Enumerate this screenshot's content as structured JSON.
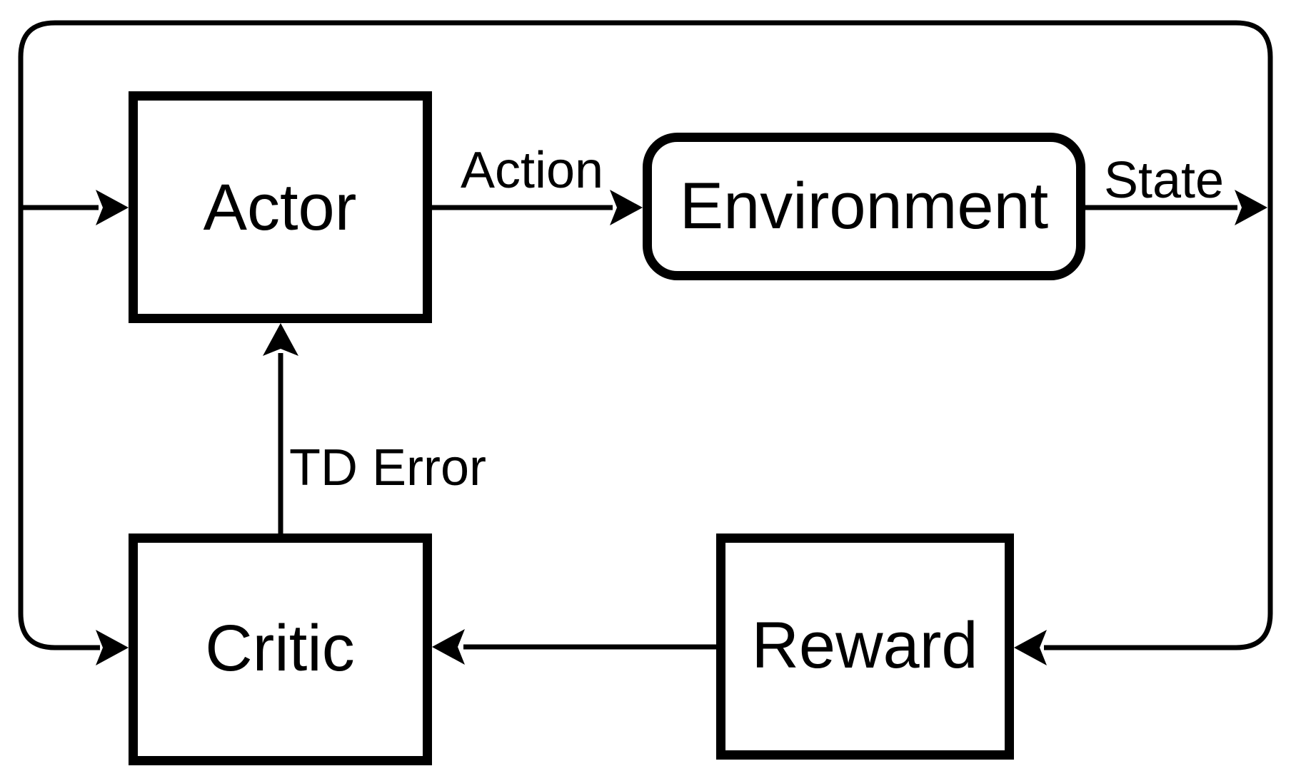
{
  "diagram": {
    "type": "block-diagram",
    "topic": "actor-critic reinforcement learning loop",
    "colors": {
      "background": "#ffffff",
      "line": "#000000",
      "node_fill": "#ffffff",
      "text": "#000000"
    },
    "nodes": {
      "actor": {
        "label": "Actor",
        "shape": "rectangle"
      },
      "environment": {
        "label": "Environment",
        "shape": "rounded-rectangle"
      },
      "critic": {
        "label": "Critic",
        "shape": "rectangle"
      },
      "reward": {
        "label": "Reward",
        "shape": "rectangle"
      }
    },
    "edges": {
      "action": {
        "label": "Action",
        "from": "actor",
        "to": "environment"
      },
      "state": {
        "label": "State",
        "from": "environment",
        "to": "state-feedback-loop"
      },
      "td_error": {
        "label": "TD Error",
        "from": "critic",
        "to": "actor"
      },
      "reward_to_critic": {
        "label": "",
        "from": "reward",
        "to": "critic"
      },
      "loop_to_actor": {
        "label": "",
        "from": "state-feedback-loop",
        "to": "actor"
      },
      "loop_to_critic": {
        "label": "",
        "from": "state-feedback-loop",
        "to": "critic"
      },
      "loop_to_reward": {
        "label": "",
        "from": "state-feedback-loop",
        "to": "reward"
      }
    }
  }
}
